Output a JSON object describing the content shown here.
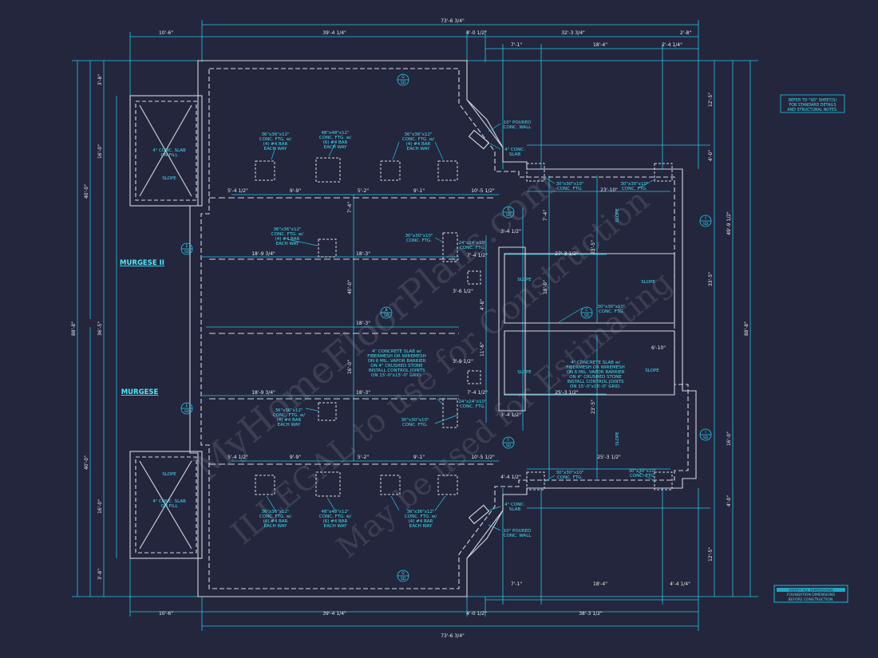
{
  "colors": {
    "background": "#24263d",
    "dimension_line": "#21c8e6",
    "wall": "#d4d7e0",
    "annotation_text": "#3fe0f0"
  },
  "overall_dims": {
    "top": "73'-6 3/4\"",
    "bottom": "73'-6 3/4\"",
    "top_segments": [
      "10'-6\"",
      "39'-4 1/4\"",
      "4'-0 1/2\"",
      "32'-3 3/4\"",
      "2'-8\""
    ],
    "top_inner": [
      "7'-1\"",
      "18'-4\"",
      "2'-4 1/4\""
    ],
    "bottom_segments": [
      "10'-6\"",
      "39'-4 1/4\"",
      "4'-0 1/2\"",
      "38'-3 1/2\""
    ],
    "bottom_inner": [
      "7'-1\"",
      "18'-4\"",
      "4'-4 1/4\""
    ],
    "left_outer": "88'-8\"",
    "left_upper": "40'-0\"",
    "left_lower": "40'-0\"",
    "left_mid": "36'-5\"",
    "left_segments": [
      "3'-8\"",
      "16'-0\"",
      "16'-0\"",
      "3'-8\""
    ],
    "right_outer": "88'-8\"",
    "right_segments": [
      "12'-5\"",
      "4'-0\"",
      "49'-9 1/2\"",
      "33'-5\"",
      "16'-0\"",
      "4'-0\"",
      "12'-5\""
    ]
  },
  "labels": {
    "murgese_ii": "MURGESE II",
    "murgese": "MURGESE"
  },
  "notes": {
    "refer": [
      "REFER TO \"SD\" SHEET(S)",
      "FOR STANDARD DETAILS",
      "AND STRUCTURAL NOTES."
    ],
    "verify": [
      "VERIFY ALL DIMENSIONS",
      "FOUNDATION DIMENSIONS",
      "BEFORE CONSTRUCTION."
    ],
    "slab_main": [
      "4\" CONCRETE SLAB w/",
      "FIBERMESH OR WIREMESH",
      "ON 6 MIL. VAPOR BARRIER",
      "ON 4\" CRUSHED STONE",
      "INSTALL CONTROL JOINTS",
      "ON 15'-0\"x15'-0\" GRID."
    ],
    "poured_wall": [
      "10\" POURED",
      "CONC. WALL"
    ],
    "conc_slab_4": [
      "4\" CONC.",
      "SLAB"
    ],
    "slab_on_fill": [
      "4\" CONC. SLAB",
      "ON FILL"
    ],
    "slope": "SLOPE"
  },
  "footings": {
    "f36": [
      "36\"x36\"x12\"",
      "CONC. FTG. w/",
      "(4) #4 BAR",
      "EACH WAY"
    ],
    "f48": [
      "48\"x48\"x12\"",
      "CONC. FTG. w/",
      "(6) #4 BAR",
      "EACH WAY"
    ],
    "f30": [
      "30\"x30\"x10\"",
      "CONC. FTG."
    ],
    "f24": [
      "24\"x24\"x10\"",
      "CONC. FTG."
    ]
  },
  "interior_dims": {
    "row": [
      "5'-4 1/2\"",
      "9'-9\"",
      "5'-2\"",
      "9'-1\"",
      "10'-5 1/2\""
    ],
    "a": "18'-9 3/4\"",
    "b": "18'-3\"",
    "c": "3'-4 1/2\"",
    "d": "7'-4 1/2\"",
    "e": "3'-6 1/2\"",
    "f": "3'-9 1/2\"",
    "g": "23'-10\"",
    "h": "27'-3 1/2\"",
    "i": "23'-5\"",
    "j": "25'-3 1/2\"",
    "k": "6'-10\"",
    "l": "4'-4 1/2\"",
    "vert": [
      "7'-4\"",
      "40'-0\"",
      "16'-0\"",
      "7'-4\"",
      "18'-0\"",
      "4'-8\"",
      "11'-6\""
    ]
  },
  "section_tags": [
    {
      "letter": "D",
      "sheet": "SD"
    },
    {
      "letter": "E",
      "sheet": "SD"
    },
    {
      "letter": "B",
      "sheet": "SD"
    },
    {
      "letter": "C",
      "sheet": "SD"
    },
    {
      "letter": "F",
      "sheet": "SD"
    },
    {
      "letter": "I",
      "sheet": "SD"
    }
  ],
  "watermark": [
    "MyHomeFloorPlans.com",
    "ILLEGAL to use for Construction",
    "May be used for Estimating"
  ]
}
